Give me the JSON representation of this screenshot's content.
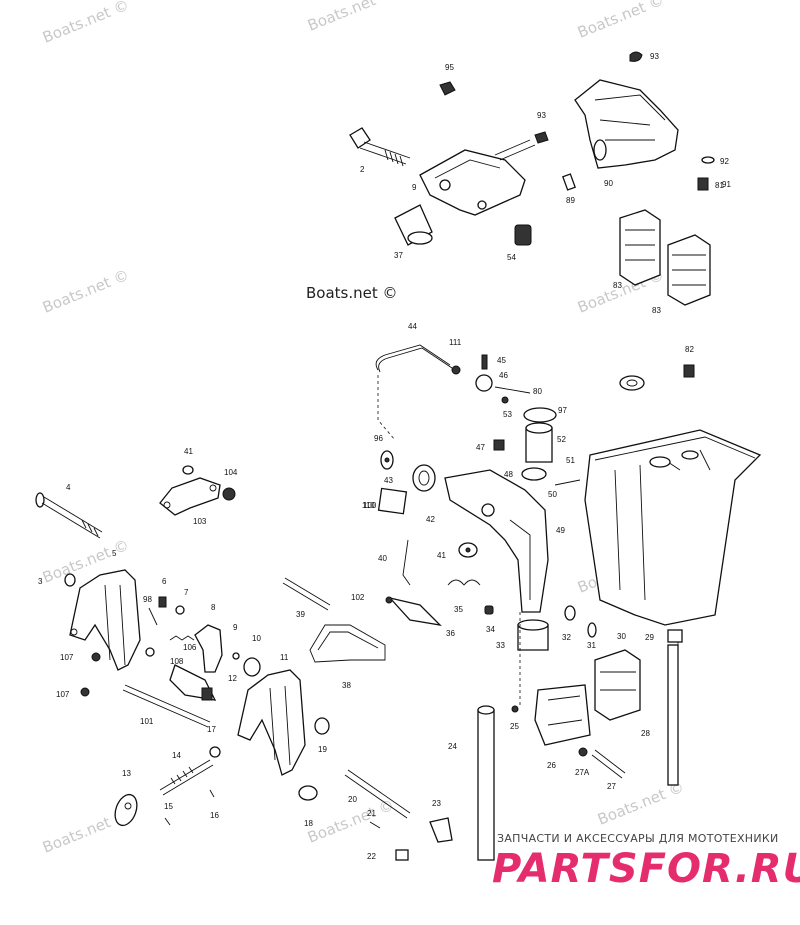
{
  "watermark": "Boats.net ©",
  "footer": {
    "caption": "ЗАПЧАСТИ И АКСЕССУАРЫ ДЛЯ МОТОТЕХНИКИ",
    "brand": "PARTSFOR.RU"
  },
  "colors": {
    "line": "#111111",
    "watermark": "#c8c8c8",
    "brand": "#e52d6e"
  },
  "part_numbers": [
    "2",
    "3",
    "4",
    "5",
    "6",
    "7",
    "8",
    "9",
    "10",
    "11",
    "12",
    "13",
    "14",
    "15",
    "16",
    "17",
    "18",
    "19",
    "20",
    "21",
    "22",
    "23",
    "24",
    "25",
    "26",
    "27",
    "27A",
    "28",
    "29",
    "30",
    "31",
    "32",
    "33",
    "34",
    "35",
    "36",
    "37",
    "38",
    "39",
    "40",
    "41",
    "42",
    "43",
    "44",
    "45",
    "46",
    "47",
    "48",
    "49",
    "50",
    "51",
    "52",
    "53",
    "54",
    "80",
    "81",
    "82",
    "83",
    "89",
    "90",
    "91",
    "92",
    "93",
    "95",
    "96",
    "97",
    "98",
    "100",
    "101",
    "102",
    "103",
    "104",
    "106",
    "107",
    "108",
    "110",
    "111"
  ]
}
